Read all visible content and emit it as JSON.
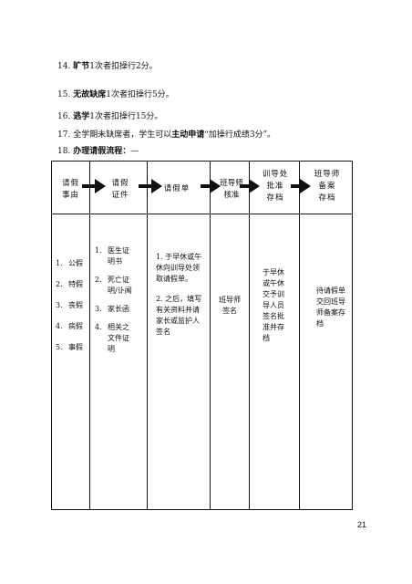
{
  "rules": [
    {
      "num": "14.",
      "bold": "旷节",
      "text": "1次者扣操行2分。"
    },
    {
      "num": "15.",
      "bold": "无故缺席",
      "text": "1次者扣操行5分。"
    },
    {
      "num": "16.",
      "bold": "逃学",
      "text": "1次者扣操行15分。"
    },
    {
      "num": "17.",
      "pre": "全学期未缺席者，学生可以",
      "bold": "主动申请",
      "text": "“加操行成绩3分”。"
    },
    {
      "num": "18.",
      "bold": "办理请假流程：",
      "text": "—"
    }
  ],
  "table": {
    "headers": [
      [
        "请假",
        "事由"
      ],
      [
        "请假",
        "证件"
      ],
      [
        "请假单"
      ],
      [
        "班导师",
        "核准"
      ],
      [
        "训导处",
        "批准",
        "存档"
      ],
      [
        "班导师",
        "备案",
        "存档"
      ]
    ],
    "reasons": [
      {
        "num": "1.",
        "label": "公假"
      },
      {
        "num": "2.",
        "label": "特假"
      },
      {
        "num": "3.",
        "label": "丧假"
      },
      {
        "num": "4.",
        "label": "病假"
      },
      {
        "num": "5.",
        "label": "事假"
      }
    ],
    "documents": [
      {
        "num": "1.",
        "lines": [
          "医生证",
          "明书"
        ]
      },
      {
        "num": "2.",
        "lines": [
          "死亡证",
          "明/讣闻"
        ]
      },
      {
        "num": "3.",
        "lines": [
          "家长函"
        ]
      },
      {
        "num": "4.",
        "lines": [
          "相关之",
          "文件证",
          "明"
        ]
      }
    ],
    "form_steps": [
      {
        "lines": [
          "1. 于早休或午",
          "休向训导处领",
          "取请假单。"
        ]
      },
      {
        "lines": [
          "2. 之后，填写",
          "有关资料并请",
          "家长或监护人",
          "签名"
        ]
      }
    ],
    "approve": [
      "班导师",
      "签名"
    ],
    "archive": [
      "于早休",
      "或午休",
      "交予训",
      "导人员",
      "签名批",
      "准并存",
      "档"
    ],
    "record": [
      "待请假单",
      "交回班导",
      "师备案存",
      "档"
    ]
  },
  "page_number": "21"
}
